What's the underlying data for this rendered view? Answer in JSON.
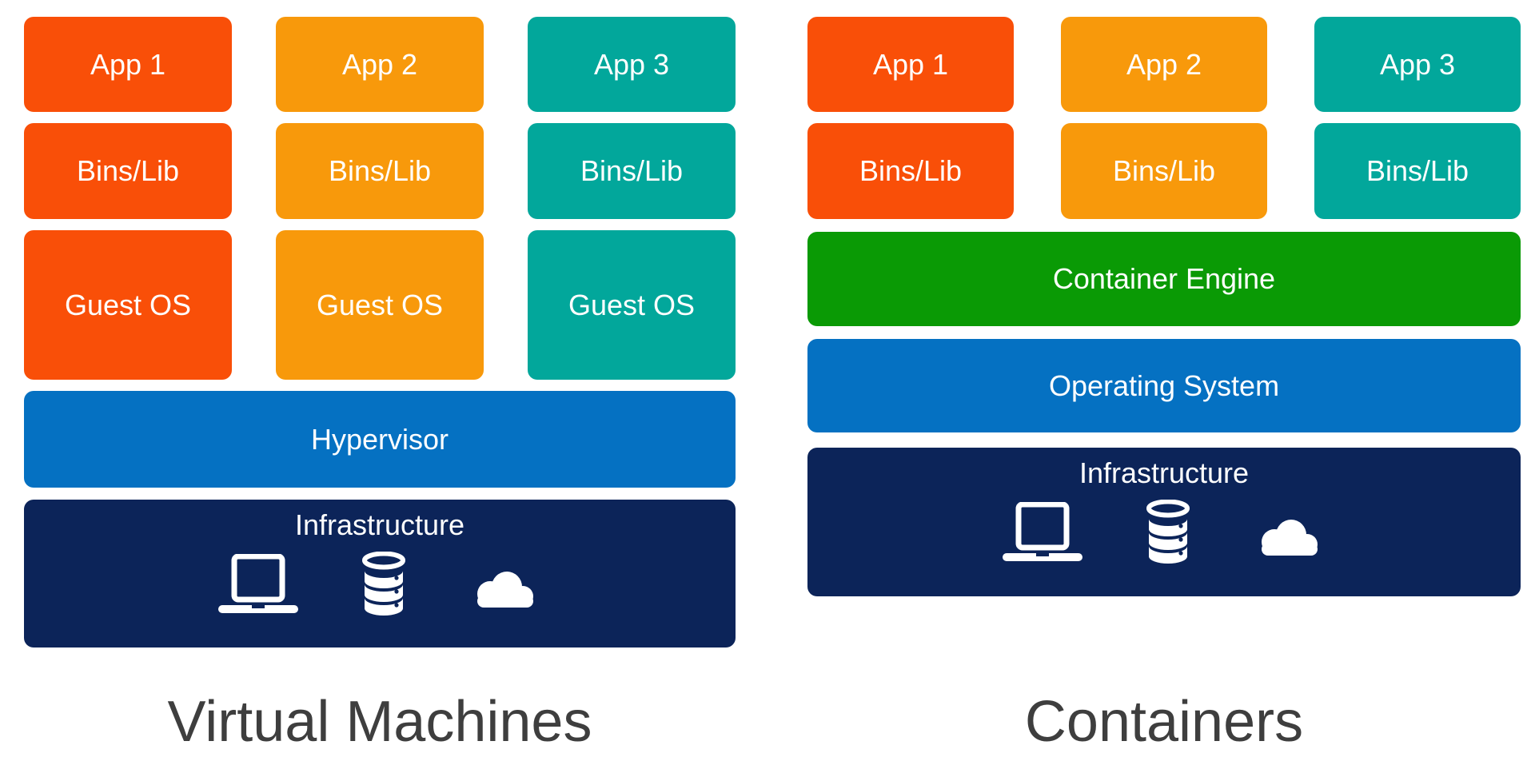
{
  "colors": {
    "app1": "#F94F08",
    "app2": "#F8990B",
    "app3": "#02A79B",
    "hypervisor": "#0571C2",
    "operating_system": "#0571C2",
    "container_engine": "#0A9A05",
    "infrastructure": "#0C2459",
    "caption": "#3E3E3E",
    "box_text": "#FFFFFF"
  },
  "vm": {
    "caption": "Virtual Machines",
    "stacks": [
      {
        "app": "App 1",
        "bins": "Bins/Lib",
        "guest": "Guest OS"
      },
      {
        "app": "App 2",
        "bins": "Bins/Lib",
        "guest": "Guest OS"
      },
      {
        "app": "App 3",
        "bins": "Bins/Lib",
        "guest": "Guest OS"
      }
    ],
    "hypervisor_label": "Hypervisor",
    "infrastructure_label": "Infrastructure"
  },
  "containers": {
    "caption": "Containers",
    "stacks": [
      {
        "app": "App 1",
        "bins": "Bins/Lib"
      },
      {
        "app": "App 2",
        "bins": "Bins/Lib"
      },
      {
        "app": "App 3",
        "bins": "Bins/Lib"
      }
    ],
    "engine_label": "Container Engine",
    "os_label": "Operating System",
    "infrastructure_label": "Infrastructure"
  },
  "infrastructure_icons": [
    "laptop-icon",
    "database-icon",
    "cloud-icon"
  ]
}
